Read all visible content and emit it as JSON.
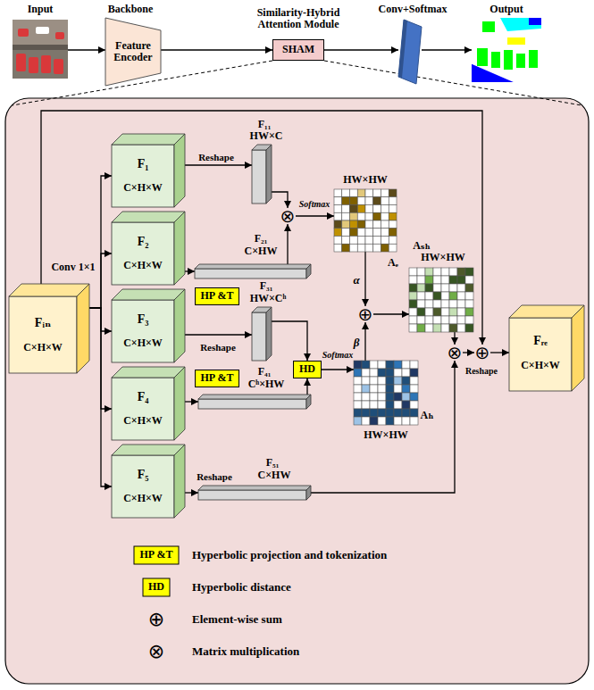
{
  "diagram": {
    "nodes": [
      {
        "text": [
          "Input"
        ]
      },
      {
        "text": [
          "Backbone",
          "Feature Encoder"
        ]
      },
      {
        "text": [
          "Similarity-Hybrid Attention Module",
          "SHAM"
        ]
      },
      {
        "text": [
          "Conv+Softmax"
        ]
      },
      {
        "text": [
          "Output"
        ]
      },
      {
        "text": [
          "Fᵢₙ",
          "C×H×W"
        ]
      },
      {
        "text": [
          "F₁",
          "C×H×W"
        ]
      },
      {
        "text": [
          "F₂",
          "C×H×W"
        ]
      },
      {
        "text": [
          "F₃",
          "C×H×W"
        ]
      },
      {
        "text": [
          "F₄",
          "C×H×W"
        ]
      },
      {
        "text": [
          "F₅",
          "C×H×W"
        ]
      },
      {
        "text": [
          "F₁₁",
          "HW×C"
        ]
      },
      {
        "text": [
          "F₂₁",
          "C×HW"
        ]
      },
      {
        "text": [
          "⊗"
        ]
      },
      {
        "text": [
          "HW×HW",
          "Aₑ"
        ]
      },
      {
        "text": [
          "HP &T"
        ]
      },
      {
        "text": [
          "F₃₁",
          "HW×Cʰ"
        ]
      },
      {
        "text": [
          "HP &T"
        ]
      },
      {
        "text": [
          "F₄₁",
          "Cʰ×HW"
        ]
      },
      {
        "text": [
          "HD"
        ]
      },
      {
        "text": [
          "Aₕ",
          "HW×HW"
        ]
      },
      {
        "text": [
          "⊕"
        ]
      },
      {
        "text": [
          "Aₛₕ",
          "HW×HW"
        ]
      },
      {
        "text": [
          "F₅₁",
          "C×HW"
        ]
      },
      {
        "text": [
          "⊗"
        ]
      },
      {
        "text": [
          "⊕"
        ]
      },
      {
        "text": [
          "Fᵣₑ",
          "C×H×W"
        ]
      }
    ],
    "edges": [
      {
        "from": 0,
        "to": 1,
        "arrow": "to"
      },
      {
        "from": 1,
        "to": 2,
        "arrow": "to"
      },
      {
        "from": 2,
        "to": 3,
        "arrow": "to"
      },
      {
        "from": 3,
        "to": 4,
        "arrow": "to"
      },
      {
        "from": 5,
        "to": 6,
        "arrow": "to"
      },
      {
        "from": 5,
        "to": 7,
        "arrow": "to"
      },
      {
        "from": 5,
        "to": 8,
        "arrow": "to"
      },
      {
        "from": 5,
        "to": 9,
        "arrow": "to"
      },
      {
        "from": 5,
        "to": 10,
        "arrow": "to"
      },
      {
        "from": 5,
        "to": 25,
        "arrow": "to"
      },
      {
        "from": 6,
        "to": 11,
        "label": "Reshape",
        "arrow": "to"
      },
      {
        "from": 7,
        "to": 12,
        "arrow": "to"
      },
      {
        "from": 11,
        "to": 13,
        "arrow": "to"
      },
      {
        "from": 12,
        "to": 13,
        "arrow": "to"
      },
      {
        "from": 13,
        "to": 14,
        "label": "Softmax",
        "arrow": "to"
      },
      {
        "from": 8,
        "to": 16,
        "label": "Reshape",
        "arrow": "to"
      },
      {
        "from": 9,
        "to": 18,
        "arrow": "to"
      },
      {
        "from": 16,
        "to": 19,
        "arrow": "to"
      },
      {
        "from": 18,
        "to": 19,
        "arrow": "to"
      },
      {
        "from": 19,
        "to": 20,
        "label": "Softmax",
        "arrow": "to"
      },
      {
        "from": 14,
        "to": 21,
        "label": "α",
        "arrow": "to"
      },
      {
        "from": 20,
        "to": 21,
        "label": "β",
        "arrow": "to"
      },
      {
        "from": 21,
        "to": 22,
        "arrow": "to"
      },
      {
        "from": 22,
        "to": 24,
        "arrow": "to"
      },
      {
        "from": 10,
        "to": 23,
        "label": "Reshape",
        "arrow": "to"
      },
      {
        "from": 23,
        "to": 24,
        "arrow": "to"
      },
      {
        "from": 24,
        "to": 25,
        "label": "Reshape",
        "arrow": "to"
      },
      {
        "from": 25,
        "to": 26,
        "arrow": "to"
      }
    ],
    "labels": [
      "Conv 1×1",
      "HP &T",
      "HD",
      "⊕",
      "⊗"
    ],
    "legend": [
      {
        "text": "Hyperbolic projection and tokenization",
        "color": "#ffff00"
      },
      {
        "text": "Hyperbolic distance",
        "color": "#ffff00"
      },
      {
        "text": "Element-wise sum"
      },
      {
        "text": "Matrix multiplication"
      }
    ]
  }
}
